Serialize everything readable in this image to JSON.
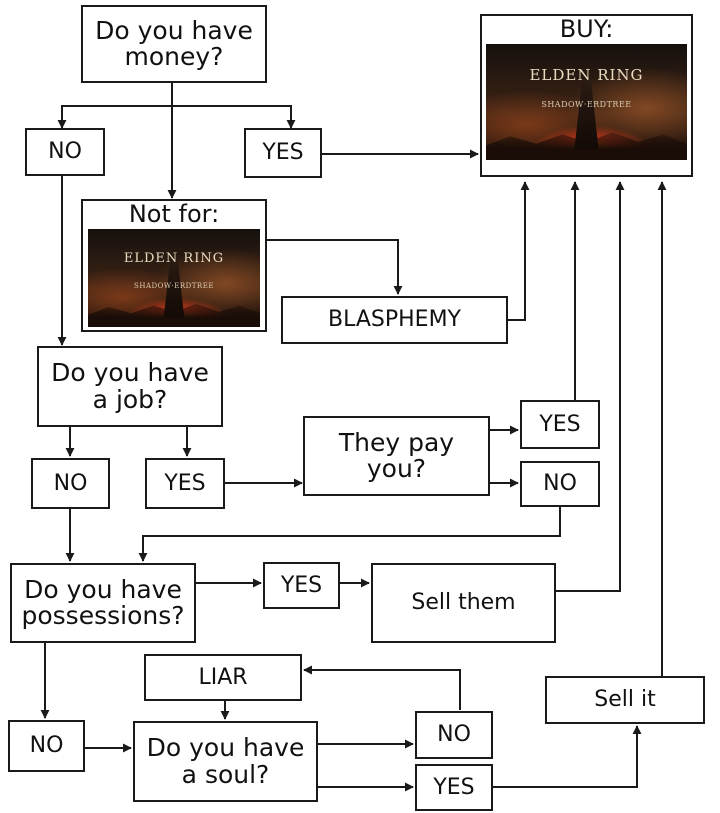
{
  "nodes": {
    "money_q": "Do you have\nmoney?",
    "money_no": "NO",
    "money_yes": "YES",
    "buy_label": "BUY:",
    "not_for_label": "Not for:",
    "blasphemy": "BLASPHEMY",
    "job_q": "Do you have\na job?",
    "job_no": "NO",
    "job_yes": "YES",
    "pay_q": "They pay\nyou?",
    "pay_yes": "YES",
    "pay_no": "NO",
    "poss_q": "Do you have\npossessions?",
    "poss_yes": "YES",
    "sell_them": "Sell them",
    "poss_no": "NO",
    "liar": "LIAR",
    "soul_q": "Do you have\na soul?",
    "soul_no": "NO",
    "soul_yes": "YES",
    "sell_it": "Sell it"
  },
  "cover_art": {
    "title_line1": "ELDEN RING",
    "title_line2": "SHADOW·ERDTREE"
  },
  "colors": {
    "line": "#1a1a1a",
    "background": "#ffffff"
  }
}
